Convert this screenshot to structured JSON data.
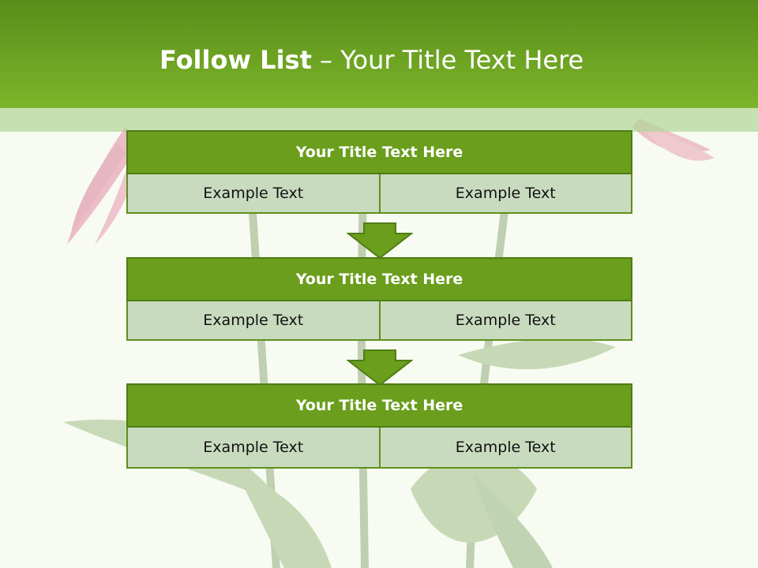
{
  "slide": {
    "title_bold": "Follow List",
    "title_rest": " – Your Title Text Here"
  },
  "blocks": [
    {
      "title": "Your Title Text Here",
      "cells": [
        "Example Text",
        "Example Text"
      ]
    },
    {
      "title": "Your Title Text Here",
      "cells": [
        "Example Text",
        "Example Text"
      ]
    },
    {
      "title": "Your Title Text Here",
      "cells": [
        "Example Text",
        "Example Text"
      ]
    }
  ],
  "colors": {
    "header": "#7cb62a",
    "block_title": "#6a9e1c",
    "cell": "#c9dbbf",
    "arrow": "#6a9e1c"
  }
}
